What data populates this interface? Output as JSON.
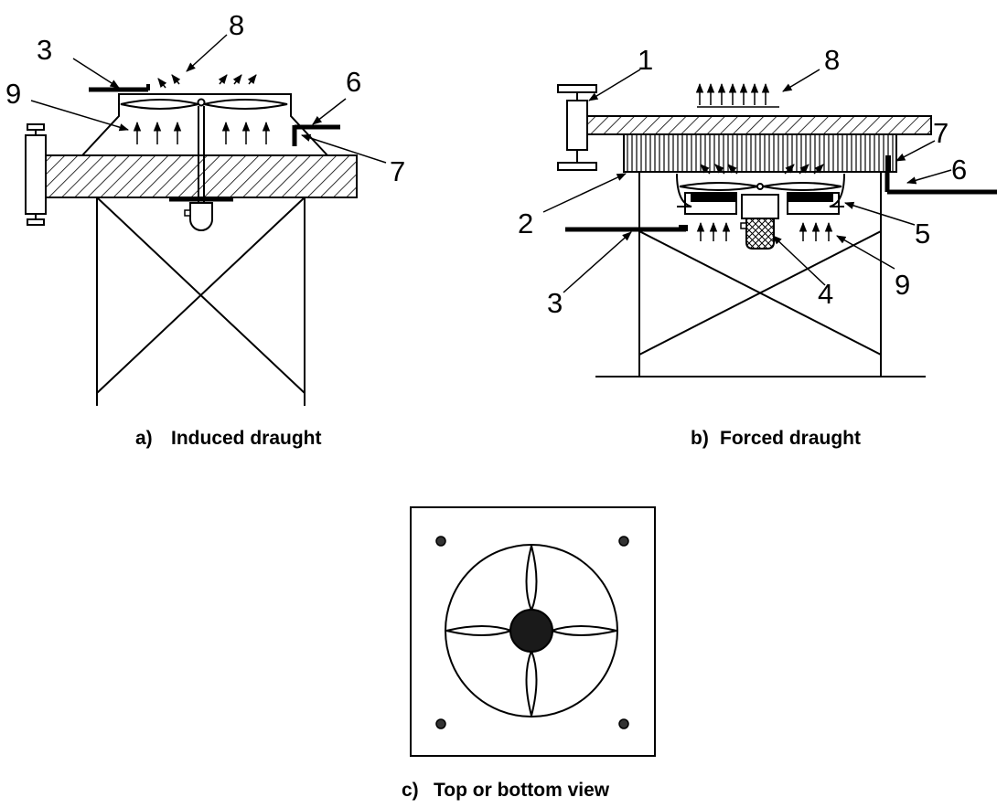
{
  "panels": {
    "a": {
      "caption_letter": "a)",
      "caption_text": "Induced draught",
      "labels": {
        "l3": "3",
        "l6": "6",
        "l7": "7",
        "l8": "8",
        "l9": "9"
      }
    },
    "b": {
      "caption_letter": "b)",
      "caption_text": "Forced draught",
      "labels": {
        "l1": "1",
        "l2": "2",
        "l3": "3",
        "l4": "4",
        "l5": "5",
        "l6": "6",
        "l7": "7",
        "l8": "8",
        "l9": "9"
      }
    },
    "c": {
      "caption_letter": "c)",
      "caption_text": "Top or bottom view"
    }
  }
}
